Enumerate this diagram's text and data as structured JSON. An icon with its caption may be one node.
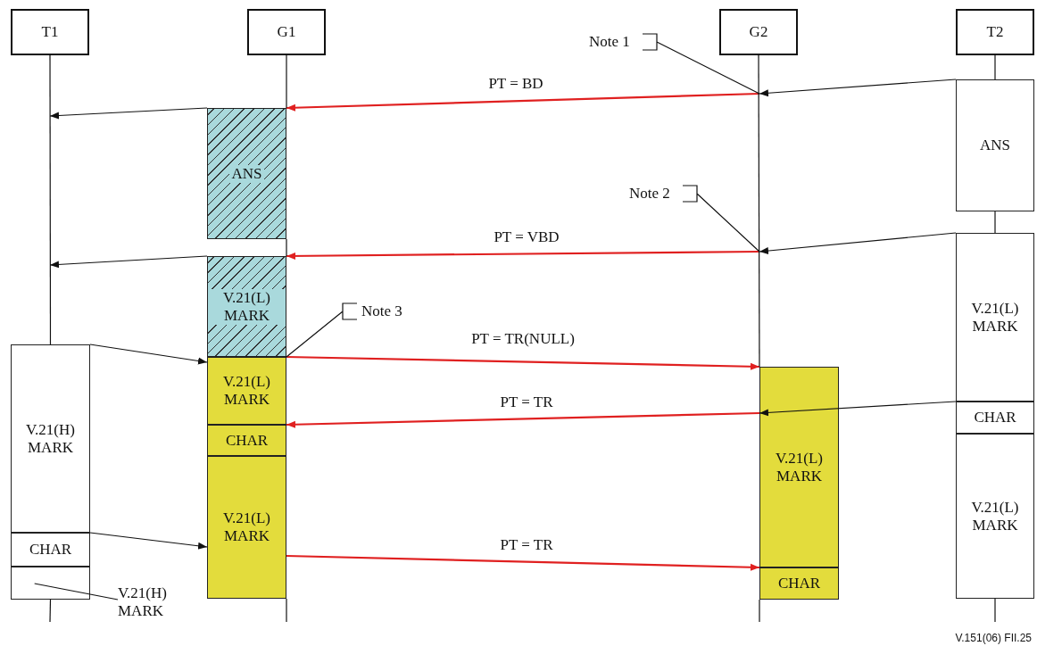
{
  "diagram": {
    "nodes": [
      {
        "text": [
          "T1"
        ]
      },
      {
        "text": [
          "G1"
        ]
      },
      {
        "text": [
          "G2"
        ]
      },
      {
        "text": [
          "T2"
        ]
      },
      {
        "text": [
          "ANS"
        ]
      },
      {
        "text": [
          "V.21(L) MARK"
        ]
      },
      {
        "text": [
          "V.21(L) MARK"
        ]
      },
      {
        "text": [
          "CHAR"
        ]
      },
      {
        "text": [
          "V.21(L) MARK"
        ]
      },
      {
        "text": [
          "V.21(H) MARK"
        ]
      },
      {
        "text": [
          "CHAR"
        ]
      },
      {
        "text": [],
        "shape": "box"
      },
      {
        "text": [
          "V.21(L) MARK"
        ]
      },
      {
        "text": [
          "CHAR"
        ]
      },
      {
        "text": [
          "ANS"
        ]
      },
      {
        "text": [
          "V.21(L) MARK"
        ]
      },
      {
        "text": [
          "CHAR"
        ]
      },
      {
        "text": [
          "V.21(L) MARK"
        ]
      },
      {
        "text": [
          "Note 1"
        ]
      },
      {
        "text": [
          "Note 2"
        ]
      },
      {
        "text": [
          "Note 3"
        ]
      },
      {
        "text": [
          "V.21(H) MARK"
        ]
      }
    ],
    "edges": [
      {
        "from": 14,
        "to": null,
        "arrow": "to"
      },
      {
        "from": null,
        "to": 4,
        "arrow": "to",
        "label": "PT = BD",
        "color": "#e02020"
      },
      {
        "from": 4,
        "to": null,
        "arrow": "to"
      },
      {
        "from": 15,
        "to": null,
        "arrow": "to"
      },
      {
        "from": null,
        "to": 5,
        "arrow": "to",
        "label": "PT = VBD",
        "color": "#e02020"
      },
      {
        "from": 5,
        "to": null,
        "arrow": "to"
      },
      {
        "from": 9,
        "to": 6,
        "arrow": "to"
      },
      {
        "from": 6,
        "to": 12,
        "arrow": "to",
        "label": "PT = TR(NULL)",
        "color": "#e02020"
      },
      {
        "from": 16,
        "to": 12,
        "arrow": "to"
      },
      {
        "from": 12,
        "to": 7,
        "arrow": "to",
        "label": "PT = TR",
        "color": "#e02020"
      },
      {
        "from": 10,
        "to": 8,
        "arrow": "to"
      },
      {
        "from": 8,
        "to": 13,
        "arrow": "to",
        "label": "PT = TR",
        "color": "#e02020"
      },
      {
        "from": 18,
        "to": null,
        "arrow": "none"
      },
      {
        "from": 19,
        "to": null,
        "arrow": "none"
      },
      {
        "from": 20,
        "to": 6,
        "arrow": "none"
      },
      {
        "from": 21,
        "to": 11,
        "arrow": "none"
      },
      {
        "from": 0,
        "to": 9,
        "arrow": "none"
      },
      {
        "from": 11,
        "to": null,
        "arrow": "none"
      },
      {
        "from": 1,
        "to": 4,
        "arrow": "none"
      },
      {
        "from": 4,
        "to": 5,
        "arrow": "none"
      },
      {
        "from": 8,
        "to": null,
        "arrow": "none"
      },
      {
        "from": 2,
        "to": 12,
        "arrow": "none"
      },
      {
        "from": 13,
        "to": null,
        "arrow": "none"
      },
      {
        "from": 3,
        "to": 14,
        "arrow": "none"
      },
      {
        "from": 14,
        "to": 15,
        "arrow": "none"
      },
      {
        "from": 17,
        "to": null,
        "arrow": "none"
      }
    ],
    "labels": [
      "V.151(06) FII.25"
    ]
  }
}
